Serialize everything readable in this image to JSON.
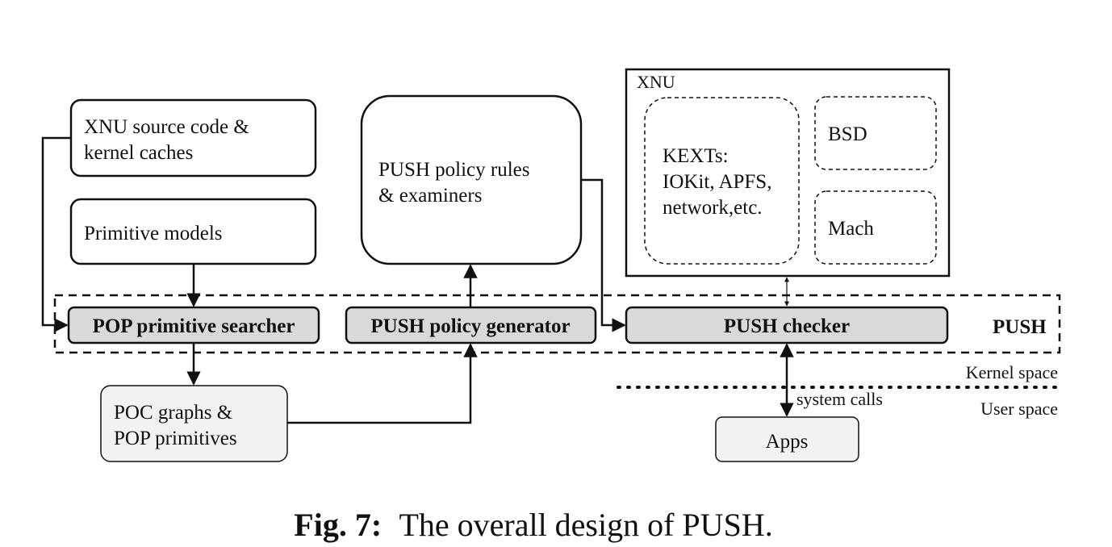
{
  "diagram": {
    "inputs": {
      "xnu_source": {
        "line1": "XNU source code &",
        "line2": "kernel caches"
      },
      "primitive_models": {
        "label": "Primitive models"
      },
      "policy_rules": {
        "line1": "PUSH policy rules",
        "line2": "& examiners"
      },
      "poc_graphs": {
        "line1": "POC graphs &",
        "line2": "POP primitives"
      }
    },
    "push": {
      "label": "PUSH",
      "searcher": "POP primitive searcher",
      "generator": "PUSH policy generator",
      "checker": "PUSH checker"
    },
    "xnu": {
      "label": "XNU",
      "kexts": {
        "line1": "KEXTs:",
        "line2": "IOKit, APFS,",
        "line3": "network,etc."
      },
      "bsd": "BSD",
      "mach": "Mach"
    },
    "spaces": {
      "kernel": "Kernel space",
      "user": "User space",
      "syscalls": "system calls"
    },
    "apps": "Apps"
  },
  "caption": {
    "prefix": "Fig. 7:",
    "text": "The overall design of PUSH."
  }
}
